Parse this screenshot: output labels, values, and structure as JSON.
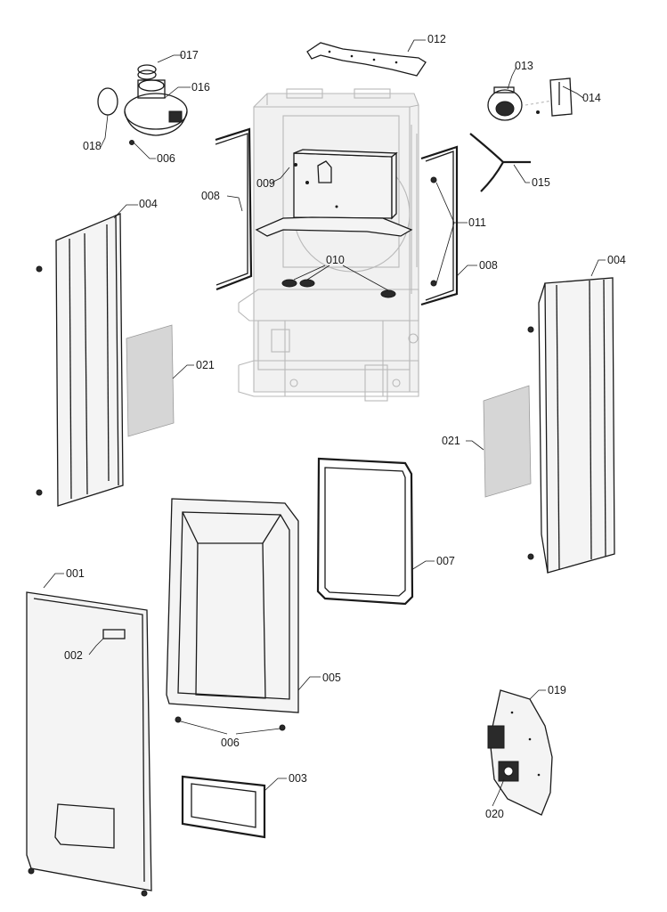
{
  "diagram": {
    "labels": {
      "p001": "001",
      "p002": "002",
      "p003": "003",
      "p004_left": "004",
      "p004_right": "004",
      "p005": "005",
      "p006_fan": "006",
      "p006_frame": "006",
      "p007": "007",
      "p008_left": "008",
      "p008_right": "008",
      "p009": "009",
      "p010": "010",
      "p011": "011",
      "p012": "012",
      "p013": "013",
      "p014": "014",
      "p015": "015",
      "p016": "016",
      "p017": "017",
      "p018": "018",
      "p019": "019",
      "p020": "020",
      "p021_left": "021",
      "p021_right": "021"
    }
  }
}
